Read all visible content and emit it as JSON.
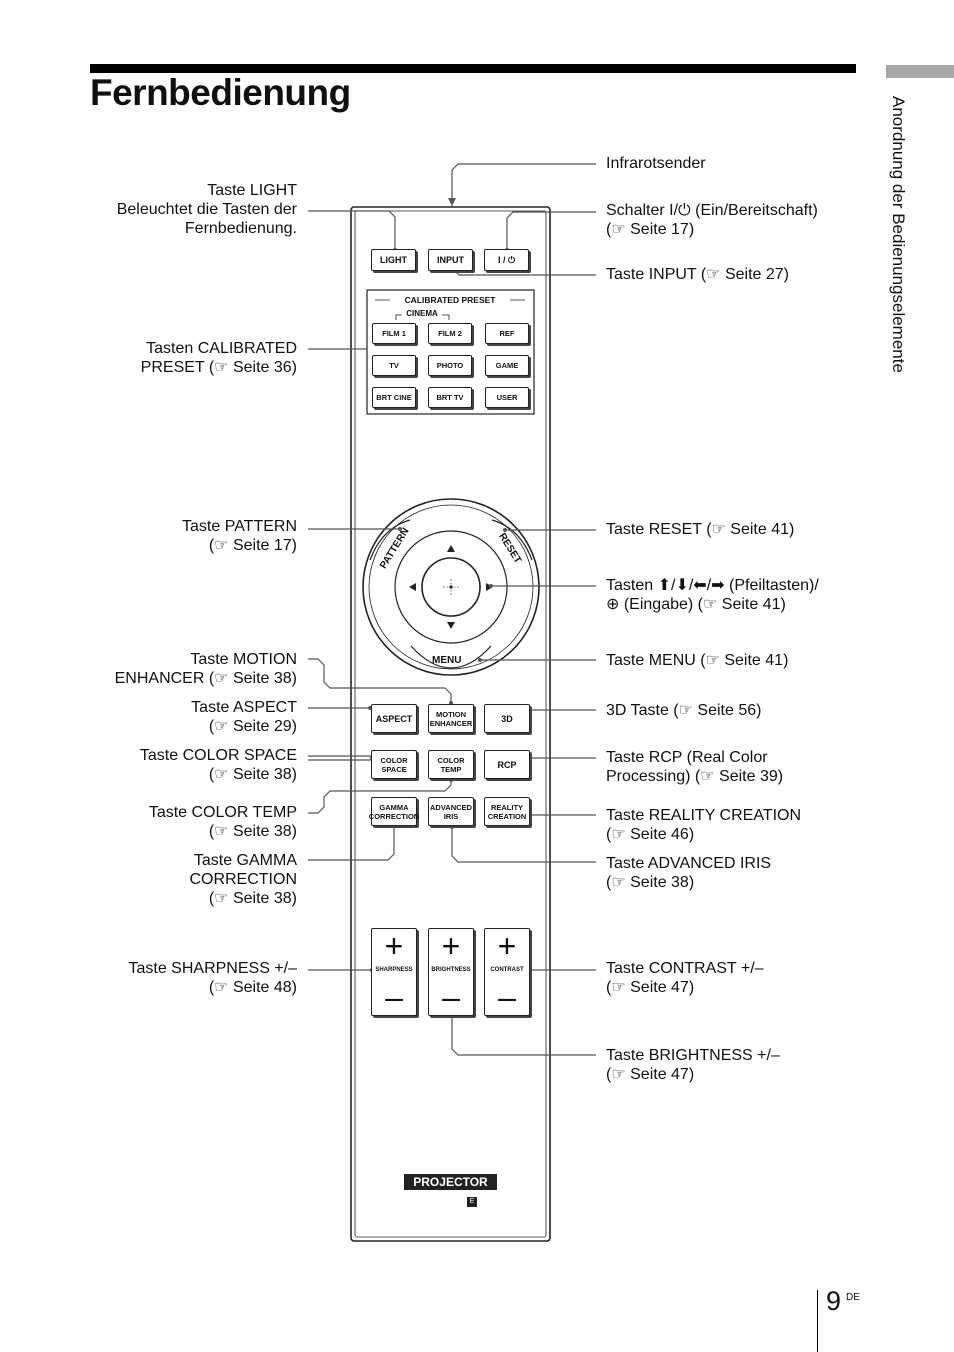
{
  "page": {
    "title": "Fernbedienung",
    "side_heading": "Anordnung der Bedienungselemente",
    "page_number": "9",
    "page_suffix": "DE"
  },
  "remote": {
    "buttons_top": [
      "LIGHT",
      "INPUT",
      "I / ⏻"
    ],
    "preset_heading": "CALIBRATED PRESET",
    "cinema_heading": "CINEMA",
    "presets": [
      "FILM 1",
      "FILM 2",
      "REF",
      "TV",
      "PHOTO",
      "GAME",
      "BRT CINE",
      "BRT TV",
      "USER"
    ],
    "ring": {
      "pattern": "PATTERN",
      "reset": "RESET",
      "menu": "MENU"
    },
    "row1": [
      "ASPECT",
      "MOTION\nENHANCER",
      "3D"
    ],
    "row2": [
      "COLOR\nSPACE",
      "COLOR\nTEMP",
      "RCP"
    ],
    "row3": [
      "GAMMA\nCORRECTION",
      "ADVANCED\nIRIS",
      "REALITY\nCREATION"
    ],
    "volume": [
      "SHARPNESS",
      "BRIGHTNESS",
      "CONTRAST"
    ],
    "vol_plus": "+",
    "vol_minus": "–",
    "brand": "PROJECTOR",
    "logo_letter": "E"
  },
  "labels_left": {
    "light": [
      "Taste LIGHT",
      "Beleuchtet die Tasten der",
      "Fernbedienung."
    ],
    "calibrated": [
      "Tasten CALIBRATED",
      "PRESET (☞ Seite 36)"
    ],
    "pattern": [
      "Taste PATTERN",
      "(☞ Seite 17)"
    ],
    "motion": [
      "Taste MOTION",
      "ENHANCER (☞ Seite 38)"
    ],
    "aspect": [
      "Taste ASPECT",
      "(☞ Seite 29)"
    ],
    "color_space": [
      "Taste COLOR SPACE",
      "(☞ Seite 38)"
    ],
    "color_temp": [
      "Taste COLOR TEMP",
      "(☞ Seite 38)"
    ],
    "gamma": [
      "Taste GAMMA",
      "CORRECTION",
      "(☞ Seite 38)"
    ],
    "sharpness": [
      "Taste SHARPNESS +/–",
      "(☞ Seite 48)"
    ]
  },
  "labels_right": {
    "infrared": [
      "Infrarotsender"
    ],
    "power": [
      "Schalter I/⏻ (Ein/Bereitschaft)",
      "(☞ Seite 17)"
    ],
    "input": [
      "Taste INPUT (☞ Seite 27)"
    ],
    "reset": [
      "Taste RESET (☞ Seite 41)"
    ],
    "arrows": [
      "Tasten ⬆/⬇/⬅/➡ (Pfeiltasten)/",
      "⊕ (Eingabe) (☞ Seite 41)"
    ],
    "menu": [
      "Taste MENU (☞ Seite 41)"
    ],
    "three_d": [
      "3D Taste (☞ Seite 56)"
    ],
    "rcp": [
      "Taste RCP (Real Color",
      "Processing) (☞ Seite 39)"
    ],
    "reality": [
      "Taste REALITY CREATION",
      "(☞ Seite 46)"
    ],
    "adv_iris": [
      "Taste ADVANCED IRIS",
      "(☞ Seite 38)"
    ],
    "contrast": [
      "Taste CONTRAST +/–",
      "(☞ Seite 47)"
    ],
    "brightness": [
      "Taste BRIGHTNESS +/–",
      "(☞ Seite 47)"
    ]
  }
}
